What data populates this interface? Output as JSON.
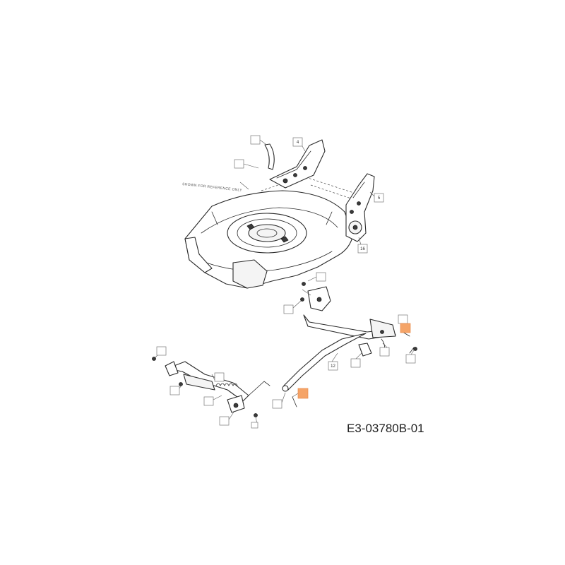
{
  "diagram": {
    "drawing_code": "E3-03780B-01",
    "note": "SHOWN FOR REFERENCE ONLY",
    "highlight_color": "#f5a468",
    "callouts": [
      {
        "label": "",
        "highlighted": false
      },
      {
        "label": "4",
        "highlighted": false
      },
      {
        "label": "",
        "highlighted": false
      },
      {
        "label": "5",
        "highlighted": false
      },
      {
        "label": "16",
        "highlighted": false
      },
      {
        "label": "",
        "highlighted": false
      },
      {
        "label": "",
        "highlighted": false
      },
      {
        "label": "",
        "highlighted": false
      },
      {
        "label": "",
        "highlighted": true
      },
      {
        "label": "",
        "highlighted": false
      },
      {
        "label": "",
        "highlighted": false
      },
      {
        "label": "12",
        "highlighted": false
      },
      {
        "label": "",
        "highlighted": false
      },
      {
        "label": "",
        "highlighted": false
      },
      {
        "label": "",
        "highlighted": false
      },
      {
        "label": "",
        "highlighted": false
      },
      {
        "label": "",
        "highlighted": false
      },
      {
        "label": "",
        "highlighted": false
      },
      {
        "label": "",
        "highlighted": true
      },
      {
        "label": "",
        "highlighted": false
      },
      {
        "label": "",
        "highlighted": false
      }
    ]
  }
}
